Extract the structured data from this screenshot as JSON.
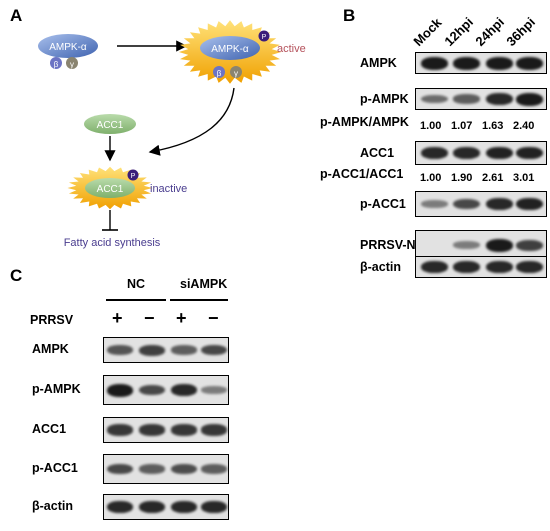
{
  "panel_a": {
    "letter": "A",
    "ampk_alpha": "AMPK-α",
    "beta": "β",
    "gamma": "γ",
    "phospho": "P",
    "active": "active",
    "acc1": "ACC1",
    "inactive": "inactive",
    "fatty_acid": "Fatty acid synthesis"
  },
  "panel_b": {
    "letter": "B",
    "columns": [
      "Mock",
      "12hpi",
      "24hpi",
      "36hpi"
    ],
    "rows": [
      {
        "label": "AMPK",
        "bands": [
          1.0,
          1.0,
          1.0,
          1.0
        ]
      },
      {
        "label": "p-AMPK",
        "bands": [
          0.45,
          0.55,
          0.9,
          1.0
        ]
      },
      {
        "label": "ACC1",
        "bands": [
          0.9,
          0.9,
          0.95,
          0.95
        ]
      },
      {
        "label": "p-ACC1",
        "bands": [
          0.35,
          0.7,
          0.9,
          0.95
        ]
      },
      {
        "label": "PRRSV-N",
        "bands": [
          0.0,
          0.35,
          1.0,
          0.75
        ]
      },
      {
        "label": "β-actin",
        "bands": [
          0.9,
          0.9,
          0.9,
          0.9
        ]
      }
    ],
    "ratio1": {
      "label": "p-AMPK/AMPK",
      "values": [
        "1.00",
        "1.07",
        "1.63",
        "2.40"
      ]
    },
    "ratio2": {
      "label": "p-ACC1/ACC1",
      "values": [
        "1.00",
        "1.90",
        "2.61",
        "3.01"
      ]
    }
  },
  "panel_c": {
    "letter": "C",
    "groups": [
      "NC",
      "siAMPK"
    ],
    "prrsv_label": "PRRSV",
    "signs": [
      "+",
      "−",
      "+",
      "−"
    ],
    "rows": [
      {
        "label": "AMPK",
        "bands": [
          0.6,
          0.75,
          0.55,
          0.7
        ]
      },
      {
        "label": "p-AMPK",
        "bands": [
          1.0,
          0.7,
          0.9,
          0.35
        ]
      },
      {
        "label": "ACC1",
        "bands": [
          0.8,
          0.8,
          0.8,
          0.8
        ]
      },
      {
        "label": "p-ACC1",
        "bands": [
          0.7,
          0.55,
          0.65,
          0.55
        ]
      },
      {
        "label": "β-actin",
        "bands": [
          0.9,
          0.9,
          0.9,
          0.9
        ]
      }
    ]
  },
  "colors": {
    "ampk_blue": "#5b7fc6",
    "spike_orange": "#f0a000",
    "acc1_green": "#8fbf80",
    "phospho_purple": "#3b1d7a",
    "active_text": "#b5525c",
    "inactive_text": "#4a3d8f"
  }
}
